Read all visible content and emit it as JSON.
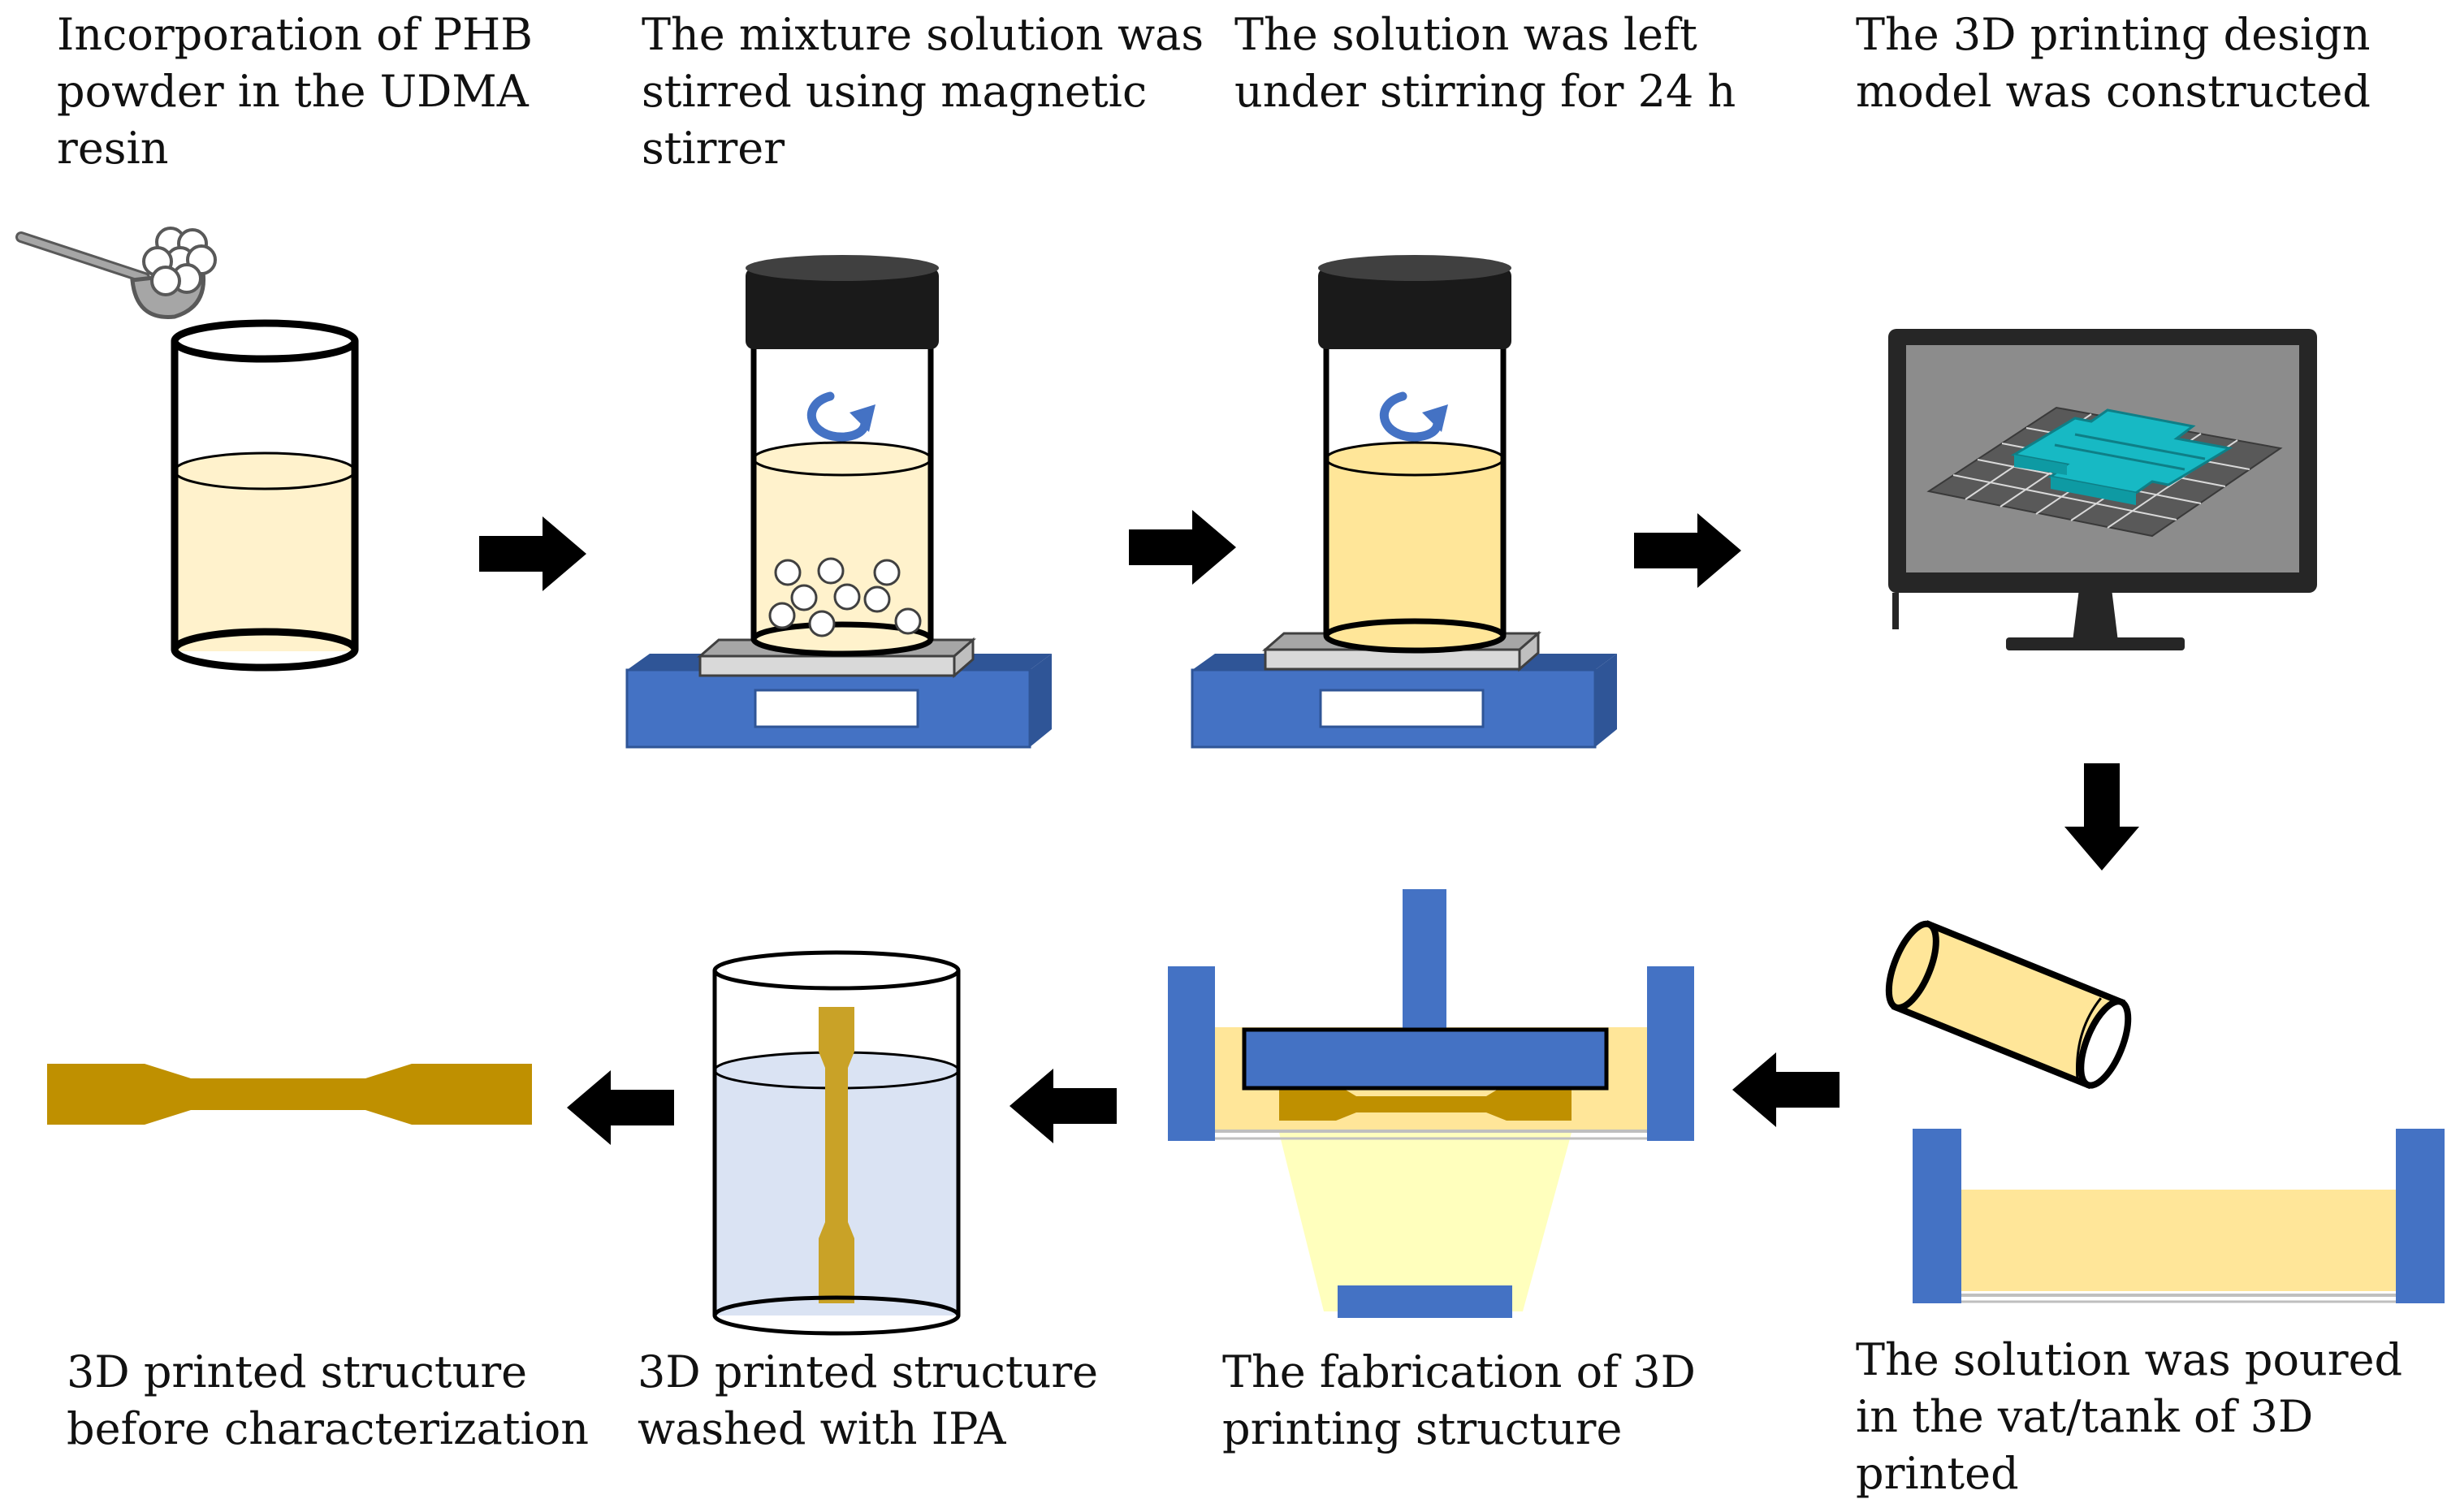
{
  "steps": {
    "step1": "Incorporation of PHB\npowder in the UDMA\nresin",
    "step2": "The mixture solution was\nstirred using magnetic\nstirrer",
    "step3": "The solution was left\nunder stirring for 24 h",
    "step4": "The 3D printing design\nmodel was constructed",
    "step5": "The solution was poured\nin the vat/tank of 3D\nprinted",
    "step6": "The fabrication of 3D\nprinting structure",
    "step7": "3D printed structure\nwashed with IPA",
    "step8": "3D printed structure\nbefore characterization"
  },
  "colors": {
    "resin_light": "#FFF2CC",
    "resin_medium": "#FFE699",
    "stirrer_blue": "#4472C4",
    "arrow": "#000000",
    "specimen_gold": "#BF9000",
    "specimen_in_ipa": "#C9A227",
    "ipa_liquid": "#DAE3F3",
    "uv_light": "#FFFF99",
    "model_cyan": "#17B9C4",
    "monitor_screen": "#8C8C8C",
    "cap_black": "#1A1A1A"
  },
  "icons": [
    "scoop-icon",
    "beaker-icon",
    "magnetic-stirrer-icon",
    "stir-rotation-icon",
    "monitor-icon",
    "vat-icon",
    "printer-platform-icon",
    "dogbone-specimen-icon",
    "flow-arrow-icon"
  ]
}
